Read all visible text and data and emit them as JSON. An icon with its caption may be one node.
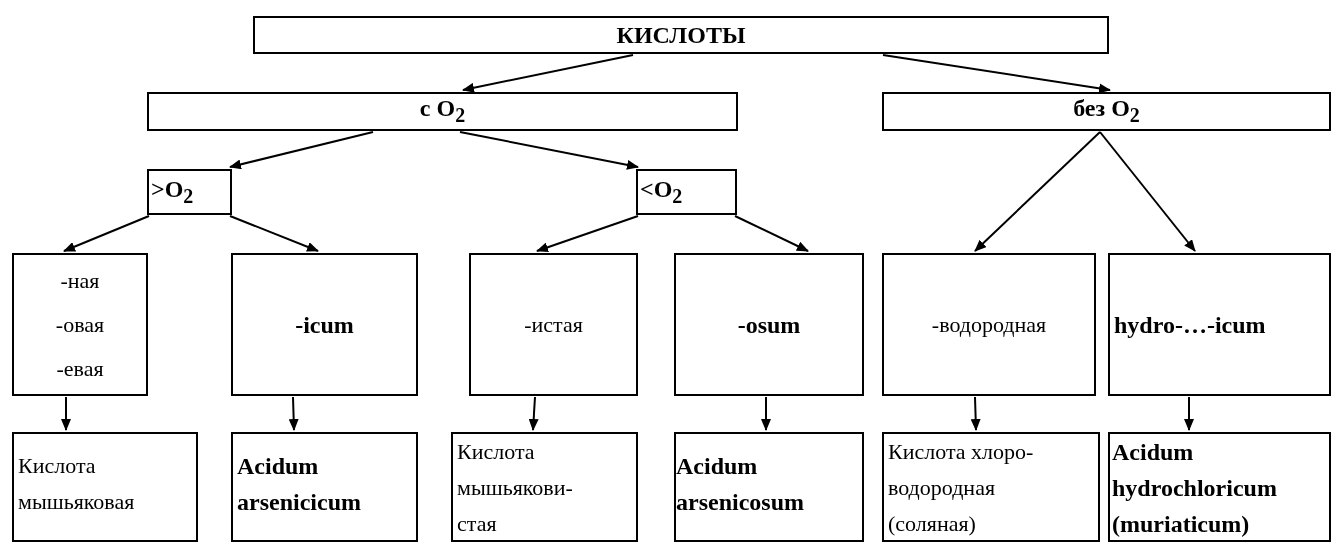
{
  "diagram": {
    "nodes": [
      {
        "text": [
          "КИСЛОТЫ"
        ]
      },
      {
        "text": [
          "с O$_{2}$"
        ]
      },
      {
        "text": [
          "без O$_{2}$"
        ]
      },
      {
        "text": [
          ">O$_{2}$"
        ]
      },
      {
        "text": [
          "<O$_{2}$"
        ]
      },
      {
        "text": [
          "-ная",
          "-овая",
          "-евая"
        ]
      },
      {
        "text": [
          "-icum"
        ]
      },
      {
        "text": [
          "-истая"
        ]
      },
      {
        "text": [
          "-osum"
        ]
      },
      {
        "text": [
          "-водородная"
        ]
      },
      {
        "text": [
          "hydro-…-icum"
        ]
      },
      {
        "text": [
          "Кислота мышьяковая"
        ]
      },
      {
        "text": [
          "Acidum arsenicicum"
        ]
      },
      {
        "text": [
          "Кислота мышьякови- стая"
        ]
      },
      {
        "text": [
          "Acidum arsenicosum"
        ]
      },
      {
        "text": [
          "Кислота хлоро- водородная (соляная)"
        ]
      },
      {
        "text": [
          "Acidum hydrochloricum (muriaticum)"
        ]
      }
    ],
    "edges": [
      {
        "from": 0,
        "to": 1,
        "arrow": "to"
      },
      {
        "from": 0,
        "to": 2,
        "arrow": "to"
      },
      {
        "from": 1,
        "to": 3,
        "arrow": "to"
      },
      {
        "from": 1,
        "to": 4,
        "arrow": "to"
      },
      {
        "from": 3,
        "to": 5,
        "arrow": "to"
      },
      {
        "from": 3,
        "to": 6,
        "arrow": "to"
      },
      {
        "from": 4,
        "to": 7,
        "arrow": "to"
      },
      {
        "from": 4,
        "to": 8,
        "arrow": "to"
      },
      {
        "from": 2,
        "to": 9,
        "arrow": "to"
      },
      {
        "from": 2,
        "to": 10,
        "arrow": "to"
      },
      {
        "from": 5,
        "to": 11,
        "arrow": "to"
      },
      {
        "from": 6,
        "to": 12,
        "arrow": "to"
      },
      {
        "from": 7,
        "to": 13,
        "arrow": "to"
      },
      {
        "from": 8,
        "to": 14,
        "arrow": "to"
      },
      {
        "from": 9,
        "to": 15,
        "arrow": "to"
      },
      {
        "from": 10,
        "to": 16,
        "arrow": "to"
      }
    ]
  }
}
